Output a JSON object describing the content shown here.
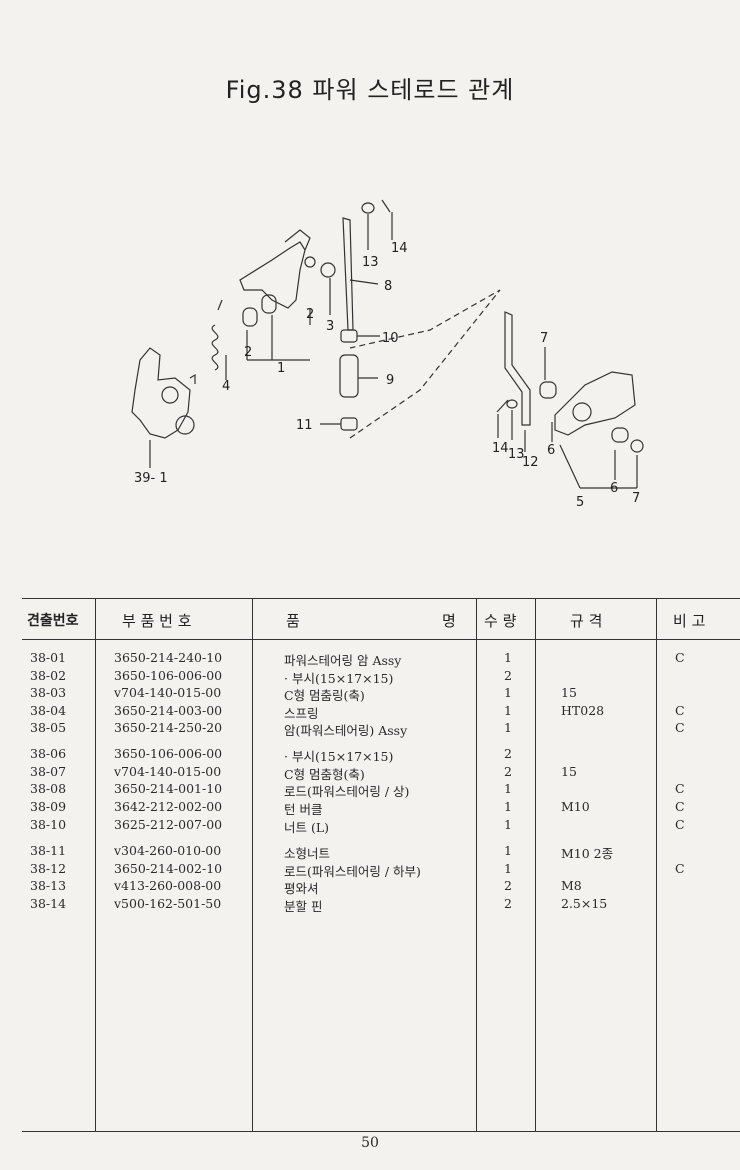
{
  "title": "Fig.38 파워 스테로드 관계",
  "diagram_labels": {
    "l1": "1",
    "l2a": "2",
    "l2b": "2",
    "l3": "3",
    "l4": "4",
    "l5": "5",
    "l6a": "6",
    "l6b": "6",
    "l7a": "7",
    "l7b": "7",
    "l8": "8",
    "l9": "9",
    "l10": "10",
    "l11": "11",
    "l12": "12",
    "l13a": "13",
    "l13b": "13",
    "l14a": "14",
    "l14b": "14",
    "l39": "39- 1"
  },
  "table": {
    "headers": {
      "no": "견출번호",
      "part": "부  품  번  호",
      "name_a": "품",
      "name_b": "명",
      "qty": "수  량",
      "spec": "규    격",
      "note": "비    고"
    },
    "rows": [
      {
        "no": "38-01",
        "part": "3650-214-240-10",
        "name": "파워스테어링 암 Assy",
        "qty": "1",
        "spec": "",
        "note": "C"
      },
      {
        "no": "38-02",
        "part": "3650-106-006-00",
        "name": "· 부시(15×17×15)",
        "qty": "2",
        "spec": "",
        "note": ""
      },
      {
        "no": "38-03",
        "part": "v704-140-015-00",
        "name": "C형 멈춤링(축)",
        "qty": "1",
        "spec": "15",
        "note": ""
      },
      {
        "no": "38-04",
        "part": "3650-214-003-00",
        "name": "스프링",
        "qty": "1",
        "spec": "HT028",
        "note": "C"
      },
      {
        "no": "38-05",
        "part": "3650-214-250-20",
        "name": "암(파워스테어링) Assy",
        "qty": "1",
        "spec": "",
        "note": "C"
      },
      {
        "no": "38-06",
        "part": "3650-106-006-00",
        "name": "· 부시(15×17×15)",
        "qty": "2",
        "spec": "",
        "note": ""
      },
      {
        "no": "38-07",
        "part": "v704-140-015-00",
        "name": "C형 멈춤형(축)",
        "qty": "2",
        "spec": "15",
        "note": ""
      },
      {
        "no": "38-08",
        "part": "3650-214-001-10",
        "name": "로드(파워스테어링 / 상)",
        "qty": "1",
        "spec": "",
        "note": "C"
      },
      {
        "no": "38-09",
        "part": "3642-212-002-00",
        "name": "턴 버클",
        "qty": "1",
        "spec": "M10",
        "note": "C"
      },
      {
        "no": "38-10",
        "part": "3625-212-007-00",
        "name": "너트 (L)",
        "qty": "1",
        "spec": "",
        "note": "C"
      },
      {
        "no": "38-11",
        "part": "v304-260-010-00",
        "name": "소형너트",
        "qty": "1",
        "spec": "M10 2종",
        "note": ""
      },
      {
        "no": "38-12",
        "part": "3650-214-002-10",
        "name": "로드(파워스테어링 / 하부)",
        "qty": "1",
        "spec": "",
        "note": "C"
      },
      {
        "no": "38-13",
        "part": "v413-260-008-00",
        "name": "평와셔",
        "qty": "2",
        "spec": "M8",
        "note": ""
      },
      {
        "no": "38-14",
        "part": "v500-162-501-50",
        "name": "분할 핀",
        "qty": "2",
        "spec": "2.5×15",
        "note": ""
      }
    ]
  },
  "page_number": "50"
}
